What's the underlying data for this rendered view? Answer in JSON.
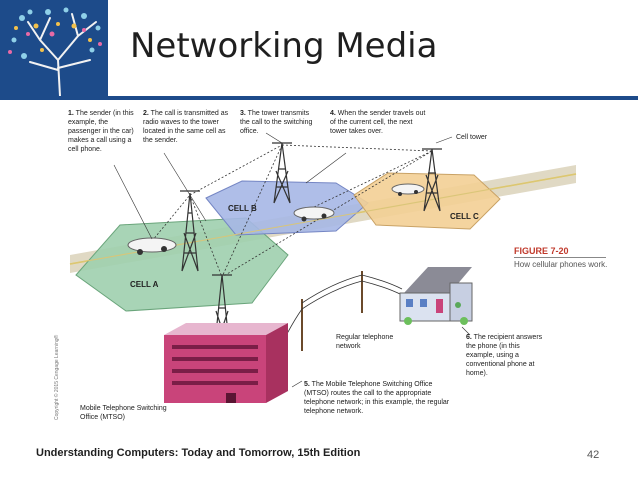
{
  "slide": {
    "title": "Networking Media",
    "footer": "Understanding Computers: Today and Tomorrow, 15th Edition",
    "page_number": "42"
  },
  "figure": {
    "label": "FIGURE 7-20",
    "caption": "How cellular phones work.",
    "copyright": "Copyright © 2015 Cengage Learning®"
  },
  "steps": [
    {
      "num": "1.",
      "text": "The sender (in this example, the passenger in the car) makes a call using a cell phone."
    },
    {
      "num": "2.",
      "text": "The call is transmitted as radio waves to the tower located in the same cell as the sender."
    },
    {
      "num": "3.",
      "text": "The tower transmits the call to the switching office."
    },
    {
      "num": "4.",
      "text": "When the sender travels out of the current cell, the next tower takes over."
    },
    {
      "num": "5.",
      "text": "The Mobile Telephone Switching Office (MTSO) routes the call to the appropriate telephone network; in this example, the regular telephone network."
    },
    {
      "num": "6.",
      "text": "The recipient answers the phone (in this example, using a conventional phone at home)."
    }
  ],
  "labels": {
    "cell_a": "CELL A",
    "cell_b": "CELL B",
    "cell_c": "CELL C",
    "cell_tower": "Cell tower",
    "telephone_network": "Regular telephone network",
    "mtso": "Mobile Telephone Switching Office (MTSO)"
  },
  "colors": {
    "header_blue": "#1d4b8a",
    "cell_a": "#9fcfae",
    "cell_b": "#a6b7e6",
    "cell_c": "#f3cf95",
    "road": "#e0d9c4",
    "building": "#c9447a",
    "figure_label": "#c0392b"
  }
}
